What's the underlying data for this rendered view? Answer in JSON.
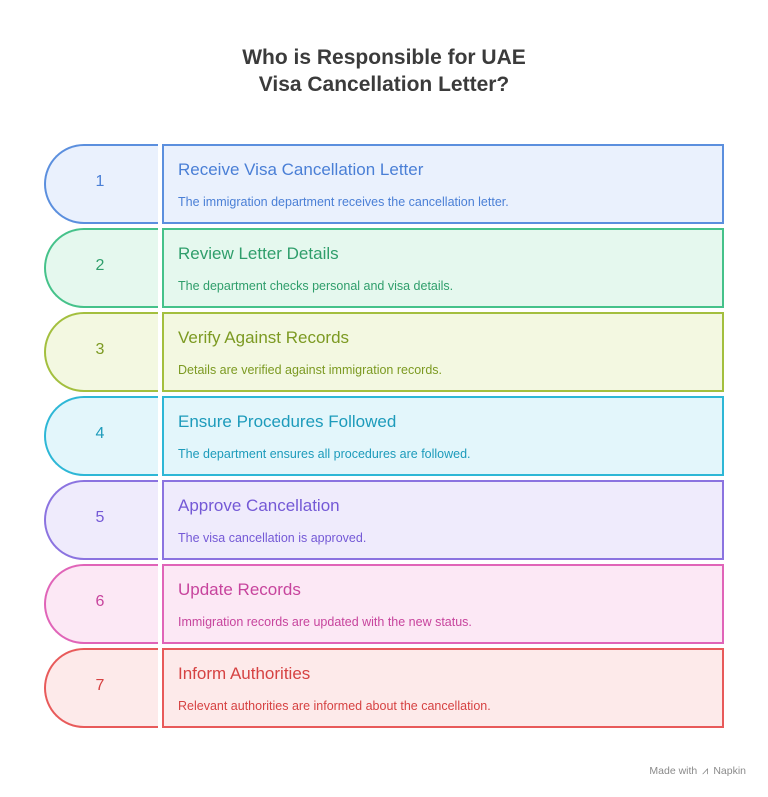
{
  "title": {
    "line1": "Who is Responsible for UAE",
    "line2": "Visa Cancellation Letter?"
  },
  "steps": [
    {
      "number": "1",
      "title": "Receive Visa Cancellation Letter",
      "description": "The immigration department receives the cancellation letter.",
      "border": "#5b8fde",
      "fill": "#eaf1fd",
      "text": "#4a7fd6"
    },
    {
      "number": "2",
      "title": "Review Letter Details",
      "description": "The department checks personal and visa details.",
      "border": "#45c28a",
      "fill": "#e5f8ee",
      "text": "#2f9e6b"
    },
    {
      "number": "3",
      "title": "Verify Against Records",
      "description": "Details are verified against immigration records.",
      "border": "#a3bf3e",
      "fill": "#f3f8e1",
      "text": "#7c9a22"
    },
    {
      "number": "4",
      "title": "Ensure Procedures Followed",
      "description": "The department ensures all procedures are followed.",
      "border": "#2db7d6",
      "fill": "#e3f6fb",
      "text": "#1d9bbb"
    },
    {
      "number": "5",
      "title": "Approve Cancellation",
      "description": "The visa cancellation is approved.",
      "border": "#8b73e0",
      "fill": "#efebfc",
      "text": "#7459d6"
    },
    {
      "number": "6",
      "title": "Update Records",
      "description": "Immigration records are updated with the new status.",
      "border": "#e064b8",
      "fill": "#fce8f5",
      "text": "#c7449d"
    },
    {
      "number": "7",
      "title": "Inform Authorities",
      "description": "Relevant authorities are informed about the cancellation.",
      "border": "#e85a5a",
      "fill": "#fdeaea",
      "text": "#d64242"
    }
  ],
  "footer": {
    "made_with": "Made with",
    "brand": "Napkin",
    "icon": "napkin-logo-icon"
  }
}
